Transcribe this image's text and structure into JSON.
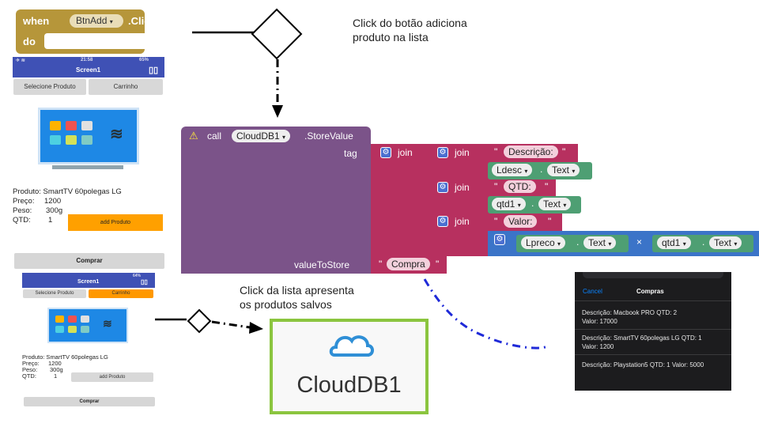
{
  "event_block": {
    "when": "when",
    "component": "BtnAdd",
    "event": ".Click",
    "do": "do"
  },
  "captions": {
    "top": [
      "Click do botão adiciona",
      "produto na lista"
    ],
    "bottom": [
      "Click da lista apresenta",
      "os produtos salvos"
    ]
  },
  "phone1": {
    "time": "21:58",
    "battery": "65%",
    "title": "Screen1",
    "tabs": [
      "Selecione Produto",
      "Carrinho"
    ],
    "produto": "Produto: SmartTV 60polegas LG",
    "preco_label": "Preço:",
    "preco_value": "1200",
    "peso_label": "Peso:",
    "peso_value": "300g",
    "qtd_label": "QTD:",
    "qtd_value": "1",
    "add_button": "add Produto",
    "buy_button": "Comprar"
  },
  "phone2": {
    "title": "Screen1",
    "battery": "64%",
    "tabs": [
      "Selecione Produto",
      "Carrinho"
    ],
    "produto": "Produto: SmartTV 60polegas LG",
    "preco_label": "Preço:",
    "preco_value": "1200",
    "peso_label": "Peso:",
    "peso_value": "300g",
    "qtd_label": "QTD:",
    "qtd_value": "1",
    "add_button": "add Produto",
    "buy_button": "Comprar"
  },
  "store_block": {
    "call": "call",
    "component": "CloudDB1",
    "method": ".StoreValue",
    "tag_label": "tag",
    "value_label": "valueToStore",
    "join": "join",
    "desc_label": "Descrição:",
    "qtd_label": "QTD:",
    "valor_label": "Valor:",
    "ldesc": "Ldesc",
    "qtd1": "qtd1",
    "lpreco": "Lpreco",
    "text_prop": "Text",
    "dot": ".",
    "times": "×",
    "compra": "Compra",
    "quote": "\""
  },
  "compras_panel": {
    "cancel": "Cancel",
    "title": "Compras",
    "items": [
      [
        "Descrição: Macbook PRO QTD: 2",
        "Valor: 17000"
      ],
      [
        "Descrição: SmartTV 60polegas LG QTD: 1",
        "Valor: 1200"
      ],
      [
        "Descrição: Playstation5 QTD: 1  Valor: 5000"
      ]
    ]
  },
  "clouddb_icon": {
    "label": "CloudDB1"
  },
  "colors": {
    "event": "#b6963a",
    "call": "#7b5389",
    "text": "#b7305f",
    "component": "#4e9f73",
    "math": "#3b74c8",
    "accent": "#8bc53f"
  }
}
